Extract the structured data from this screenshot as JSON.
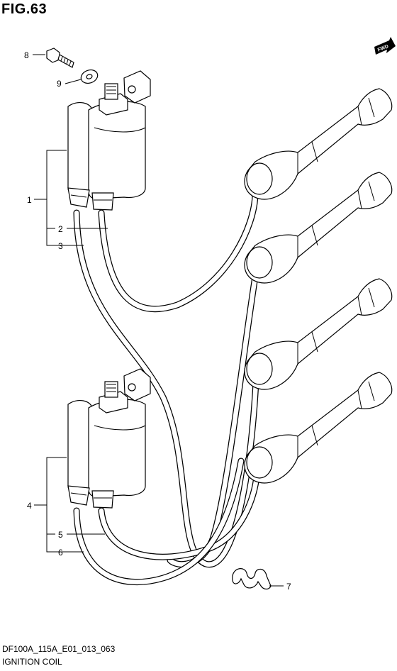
{
  "figure": {
    "title": "FIG.63",
    "code": "DF100A_115A_E01_013_063",
    "name": "IGNITION COIL",
    "fwd_label": "FWD"
  },
  "callouts": [
    {
      "id": "c1",
      "number": "1"
    },
    {
      "id": "c2",
      "number": "2"
    },
    {
      "id": "c3",
      "number": "3"
    },
    {
      "id": "c4",
      "number": "4"
    },
    {
      "id": "c5",
      "number": "5"
    },
    {
      "id": "c6",
      "number": "6"
    },
    {
      "id": "c7",
      "number": "7"
    },
    {
      "id": "c8",
      "number": "8"
    },
    {
      "id": "c9",
      "number": "9"
    }
  ]
}
